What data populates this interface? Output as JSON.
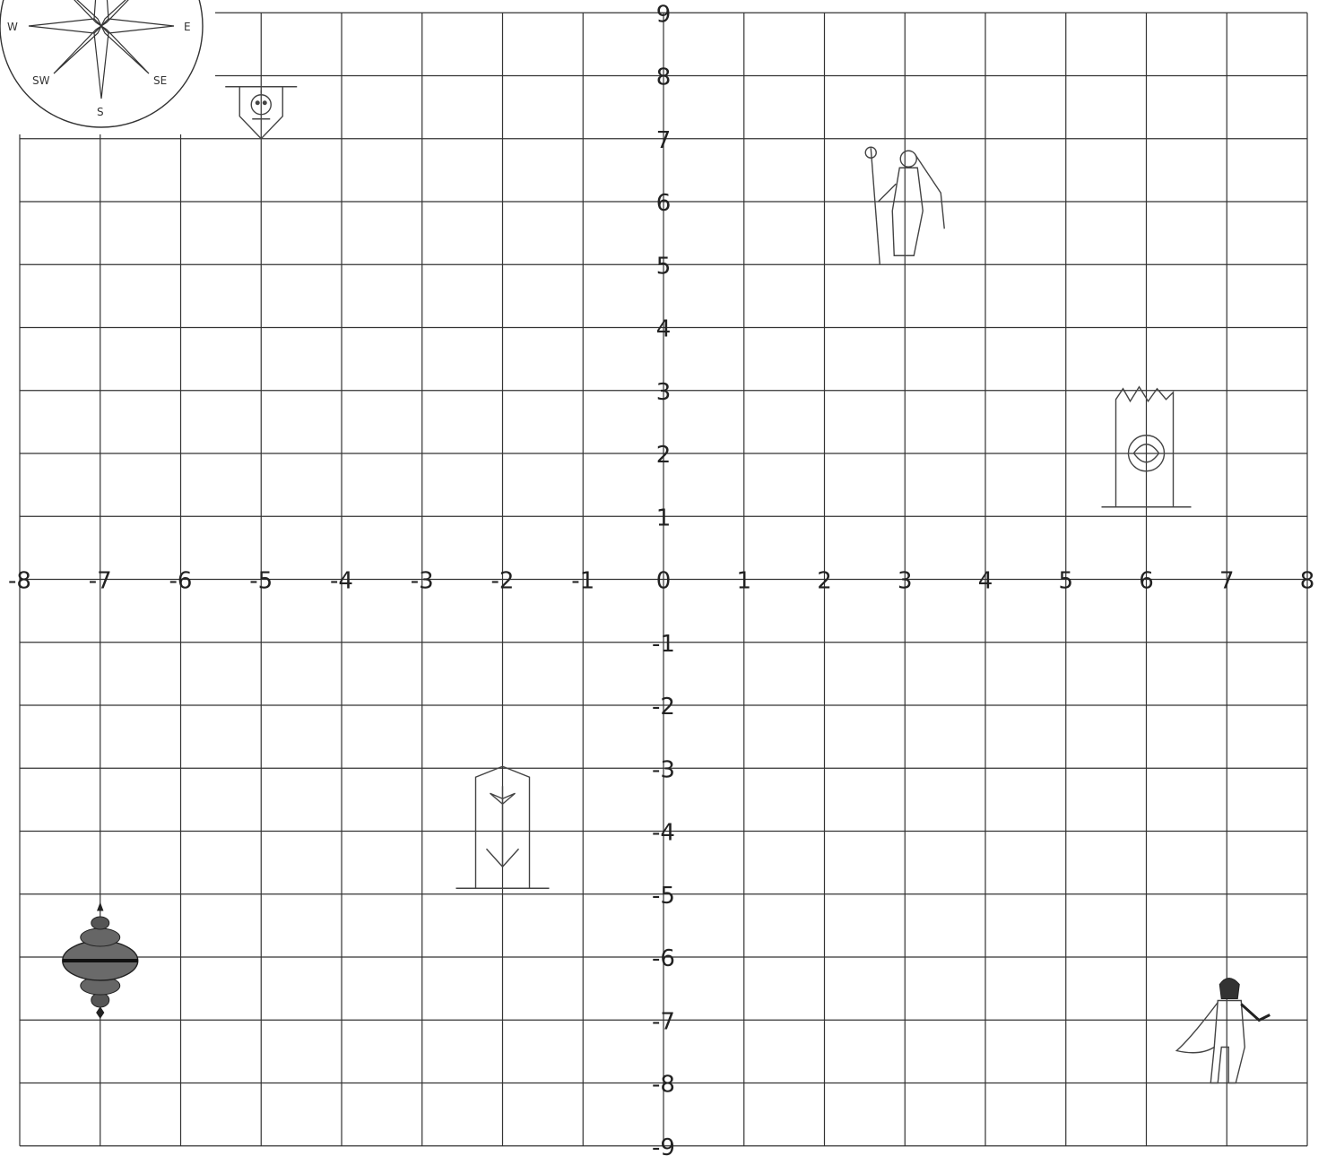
{
  "grid": {
    "x_range": [
      -8,
      8
    ],
    "y_range": [
      -9,
      9
    ],
    "x_labels": [
      "-8",
      "-7",
      "-6",
      "-5",
      "-4",
      "-3",
      "-2",
      "-1",
      "0",
      "1",
      "2",
      "3",
      "4",
      "5",
      "6",
      "7",
      "8"
    ],
    "y_labels": [
      "9",
      "8",
      "7",
      "6",
      "5",
      "4",
      "3",
      "2",
      "1",
      "-1",
      "-2",
      "-3",
      "-4",
      "-5",
      "-6",
      "-7",
      "-8",
      "-9"
    ],
    "line_color": "#333333"
  },
  "compass": {
    "labels": {
      "w": "W",
      "e": "E",
      "sw": "SW",
      "se": "SE",
      "s": "S"
    }
  },
  "items": [
    {
      "name": "banner-skull-icon",
      "x": -5,
      "y": 7
    },
    {
      "name": "sorceress-with-staff-icon",
      "x": 3,
      "y": 5
    },
    {
      "name": "banner-serpent-icon",
      "x": 6,
      "y": 3
    },
    {
      "name": "banner-dove-icon",
      "x": -2,
      "y": -3
    },
    {
      "name": "lantern-icon",
      "x": -7,
      "y": -6
    },
    {
      "name": "hooded-rogue-icon",
      "x": 7,
      "y": -8
    }
  ]
}
